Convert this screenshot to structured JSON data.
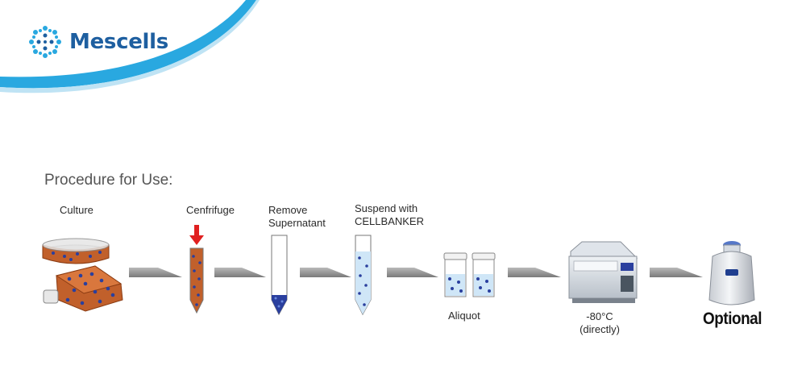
{
  "brand": {
    "name": "Mescells",
    "icon": "mescells-logo-icon",
    "color": "#1e5fa0",
    "accent": "#29a8e0"
  },
  "procedure": {
    "title": "Procedure for Use:",
    "steps": [
      {
        "label": "Culture",
        "icon": "culture-flasks-icon"
      },
      {
        "label": "Cenfrifuge",
        "icon": "centrifuge-tube-icon"
      },
      {
        "label_line1": "Remove",
        "label_line2": "Supernatant",
        "icon": "pellet-tube-icon"
      },
      {
        "label_line1": "Suspend with",
        "label_line2": "CELLBANKER",
        "icon": "suspension-tube-icon"
      },
      {
        "label": "Aliquot",
        "icon": "cryovials-icon"
      },
      {
        "label_line1": "-80°C",
        "label_line2": "(directly)",
        "icon": "freezer-icon"
      },
      {
        "label": "Optional",
        "icon": "liquid-nitrogen-tank-icon"
      }
    ],
    "arrow_icon": "right-arrow-icon"
  }
}
